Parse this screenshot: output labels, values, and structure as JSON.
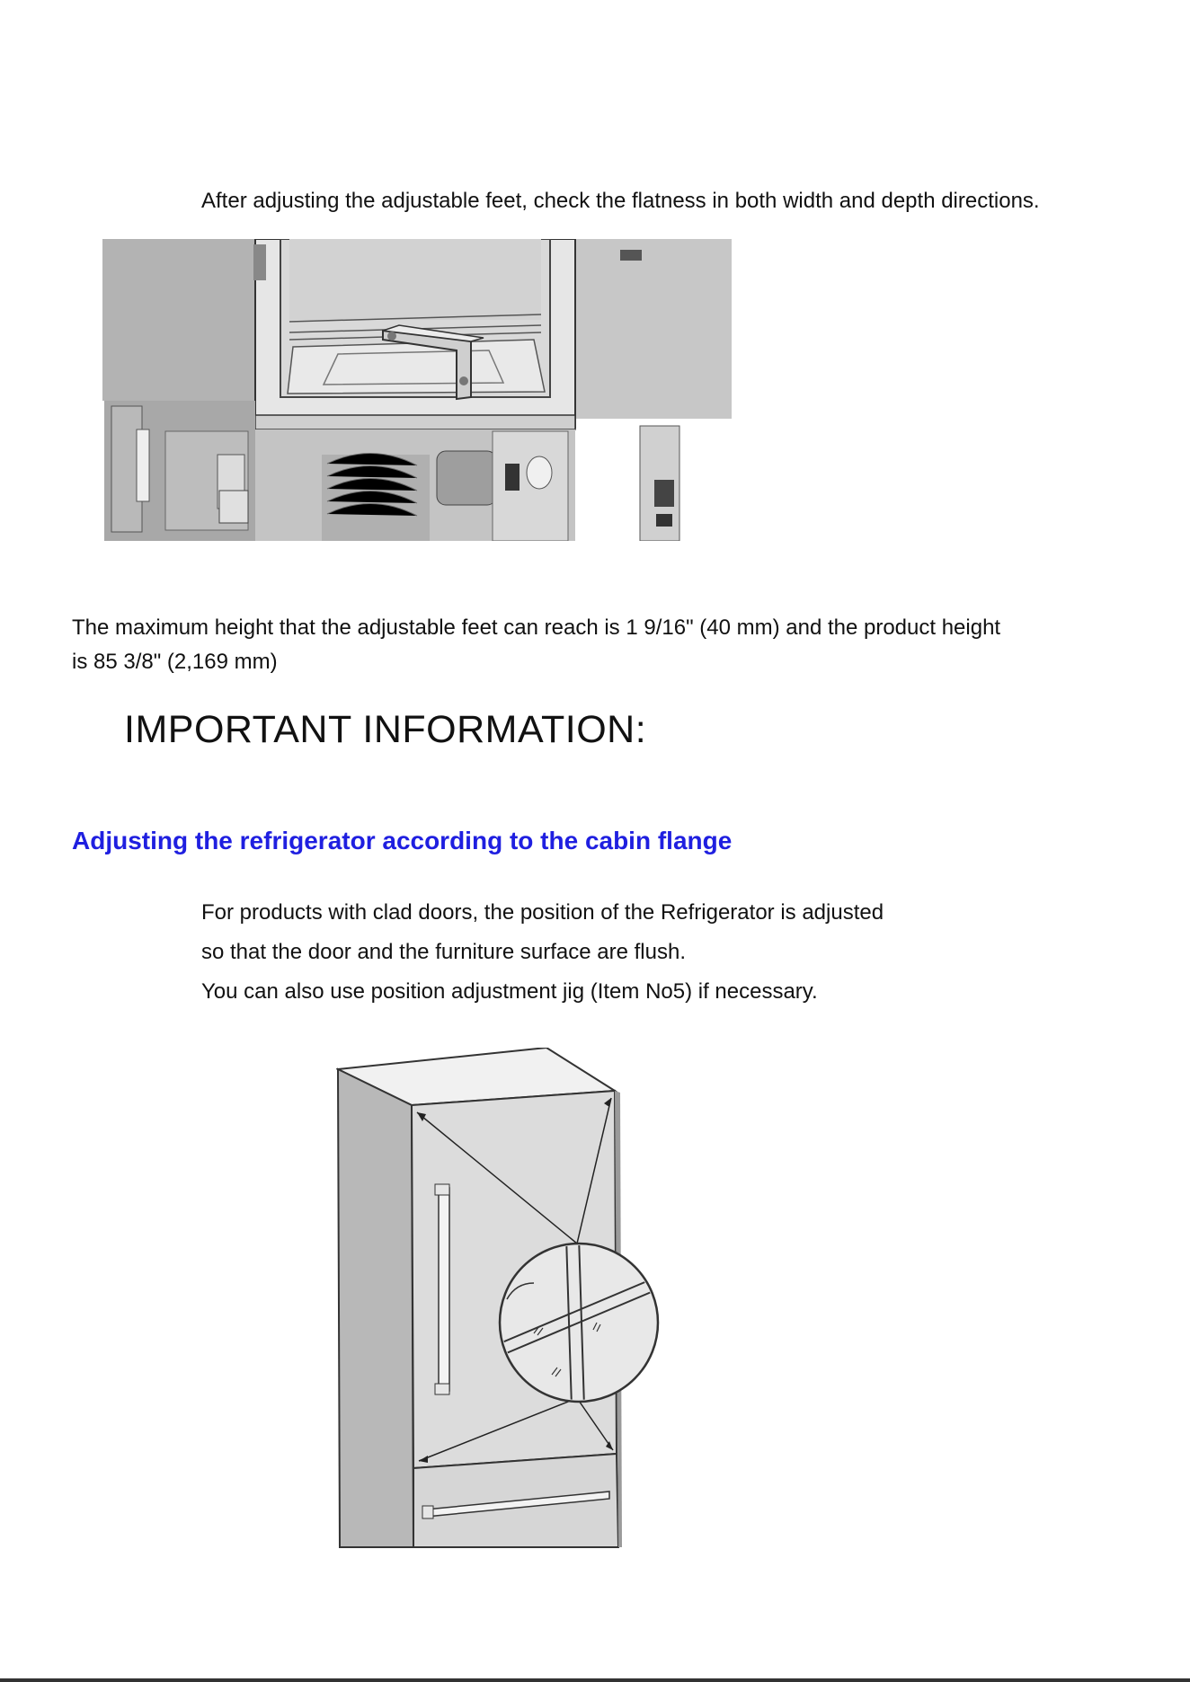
{
  "intro": {
    "text": "After adjusting the adjustable feet, check the flatness in both width and depth directions."
  },
  "height_note": {
    "line1": "The maximum height that the adjustable feet can reach is 1 9/16\" (40 mm) and the product height",
    "line2": "is 85 3/8\" (2,169 mm)"
  },
  "important": {
    "title": "IMPORTANT INFORMATION:"
  },
  "section": {
    "heading": "Adjusting the refrigerator according to the cabin flange",
    "lines": [
      "For products with clad doors, the position of the Refrigerator is adjusted",
      "so that the door and the furniture surface are flush.",
      "You can also use position adjustment jig (Item No5) if   necessary."
    ]
  },
  "colors": {
    "heading_blue": "#1f1fe0",
    "text": "#111111"
  }
}
